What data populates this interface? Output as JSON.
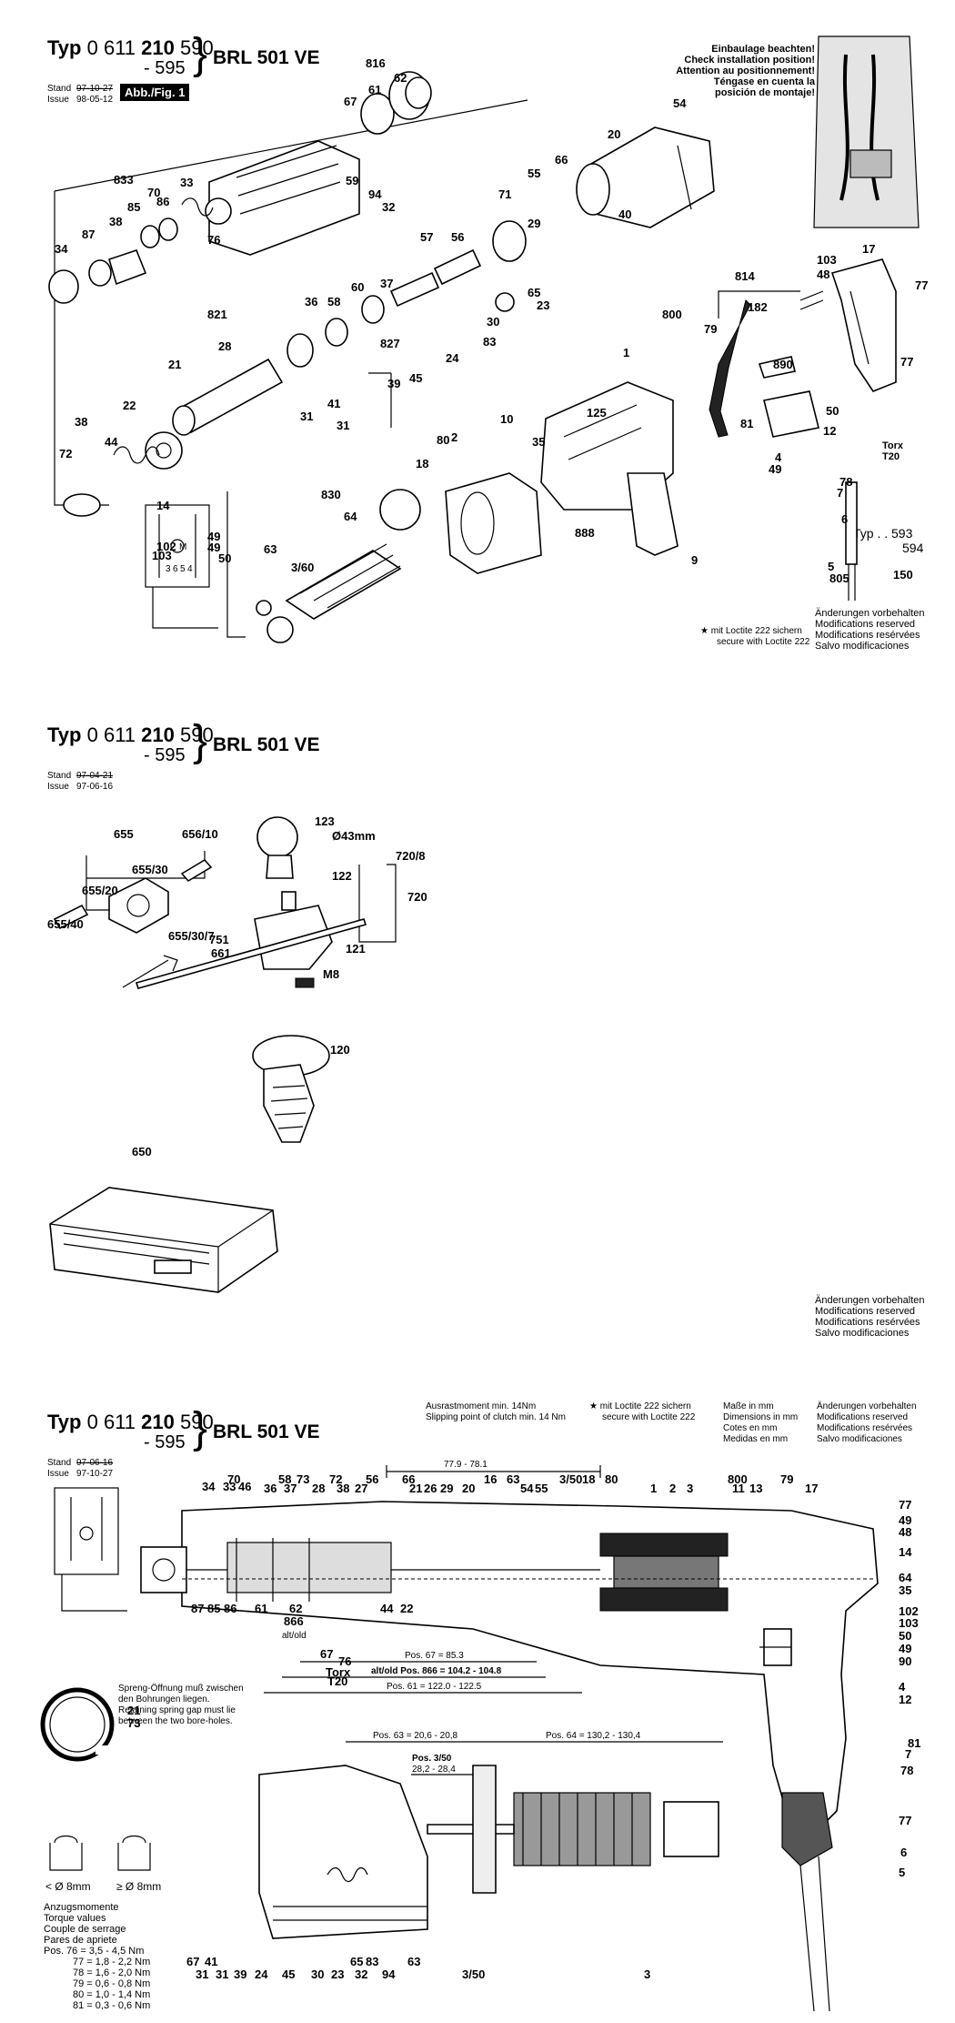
{
  "header": {
    "typ_label": "Typ",
    "typ_prefix": "0 611",
    "typ_number": "210",
    "variant_a": "590",
    "variant_b": "- 595",
    "model": "BRL 501 VE",
    "stand_label": "Stand",
    "issue_label": "Issue"
  },
  "sheet1": {
    "stand_date_old": "97-10-27",
    "issue_date": "98-05-12",
    "figure_label": "Abb./Fig. 1",
    "install_note": [
      "Einbaulage beachten!",
      "Check installation position!",
      "Attention au positionnement!",
      "Téngase en cuenta la",
      "posición de montaje!"
    ],
    "loctite_note": [
      "★ mit Loctite 222 sichern",
      "secure with Loctite 222"
    ],
    "mods_note": [
      "Änderungen vorbehalten",
      "Modifications reserved",
      "Modifications resérvées",
      "Salvo modificaciones"
    ],
    "typ_variants": "Typ . . 593",
    "typ_variants_b": "594",
    "torx": "Torx",
    "torx_size": "T20",
    "part_labels": [
      "816",
      "62",
      "67",
      "61",
      "833",
      "34",
      "87",
      "38",
      "85",
      "86",
      "70",
      "33",
      "59",
      "94",
      "32",
      "76",
      "20",
      "54",
      "55",
      "66",
      "71",
      "29",
      "40",
      "56",
      "57",
      "60",
      "37",
      "58",
      "36",
      "821",
      "28",
      "21",
      "22",
      "44",
      "72",
      "38",
      "827",
      "45",
      "24",
      "39",
      "41",
      "31",
      "31",
      "83",
      "30",
      "23",
      "65",
      "125",
      "1",
      "10",
      "18",
      "2",
      "35",
      "64",
      "830",
      "63",
      "3/60",
      "80",
      "888",
      "9",
      "814",
      "800",
      "79",
      "182",
      "103",
      "48",
      "890",
      "81",
      "4",
      "12",
      "50",
      "49",
      "78",
      "7",
      "6",
      "5",
      "805",
      "150",
      "17",
      "77",
      "77",
      "14",
      "49",
      "49",
      "50",
      "102",
      "103",
      "M",
      "3",
      "6",
      "5",
      "4"
    ]
  },
  "sheet2": {
    "stand_date_old": "97-04-21",
    "issue_date": "97-06-16",
    "mods_note": [
      "Änderungen vorbehalten",
      "Modifications reserved",
      "Modifications resérvées",
      "Salvo modificaciones"
    ],
    "part_labels": [
      "655",
      "656/10",
      "655/30",
      "655/20",
      "655/40",
      "655/30/7",
      "123",
      "Ø43mm",
      "122",
      "720/8",
      "720",
      "121",
      "751",
      "661",
      "M8",
      "120",
      "650"
    ]
  },
  "sheet3": {
    "stand_date_old": "97-06-16",
    "issue_date": "97-10-27",
    "clutch_note": [
      "Ausrastmoment min. 14Nm",
      "Slipping point of clutch min. 14 Nm"
    ],
    "loctite_note": [
      "★ mit Loctite 222 sichern",
      "secure with Loctite 222"
    ],
    "dims_note": [
      "Maße in mm",
      "Dimensions in mm",
      "Cotes en mm",
      "Medidas en mm"
    ],
    "mods_note": [
      "Änderungen vorbehalten",
      "Modifications reserved",
      "Modifications resérvées",
      "Salvo modificaciones"
    ],
    "spring_note": [
      "Spreng-Öffnung muß zwischen",
      "den Bohrungen liegen.",
      "Retaining spring gap must lie",
      "between the two bore-holes."
    ],
    "dim_779": "77.9 - 78.1",
    "pos67": "Pos. 67 = 85.3",
    "pos866": "alt/old Pos. 866 = 104.2 - 104.8",
    "pos61": "Pos. 61 = 122.0 - 122.5",
    "pos63": "Pos. 63 = 20,6 - 20,8",
    "pos64": "Pos. 64 = 130,2 - 130,4",
    "pos350": "Pos. 3/50",
    "pos350_val": "28,2 - 28,4",
    "lt8": "< Ø 8mm",
    "ge8": "≥ Ø 8mm",
    "torque": [
      "Anzugsmomente",
      "Torque values",
      "Couple de serrage",
      "Pares de apriete",
      "Pos. 76 = 3,5 - 4,5 Nm",
      "77 = 1,8 - 2,2 Nm",
      "78 = 1,6 - 2,0 Nm",
      "79 = 0,6 - 0,8 Nm",
      "80 = 1,0 - 1,4 Nm",
      "81 = 0,3 - 0,6 Nm"
    ],
    "part_labels": [
      "70",
      "34",
      "33",
      "46",
      "58",
      "73",
      "72",
      "56",
      "66",
      "36",
      "37",
      "28",
      "38",
      "27",
      "21",
      "26",
      "29",
      "20",
      "16",
      "63",
      "54",
      "55",
      "3/50",
      "18",
      "80",
      "1",
      "2",
      "3",
      "800",
      "11",
      "13",
      "79",
      "17",
      "77",
      "49",
      "48",
      "14",
      "64",
      "35",
      "102",
      "103",
      "50",
      "49",
      "90",
      "4",
      "12",
      "81",
      "7",
      "78",
      "77",
      "6",
      "5",
      "87",
      "85",
      "86",
      "61",
      "62",
      "866",
      "alt/old",
      "44",
      "22",
      "67",
      "76",
      "Torx",
      "T20",
      "21",
      "73",
      "67",
      "41",
      "31",
      "31",
      "39",
      "24",
      "45",
      "30",
      "23",
      "65",
      "83",
      "32",
      "94",
      "63",
      "3/50",
      "3",
      "64"
    ]
  },
  "colors": {
    "ink": "#000000",
    "paper": "#ffffff",
    "shade": "#bbbbbb"
  }
}
